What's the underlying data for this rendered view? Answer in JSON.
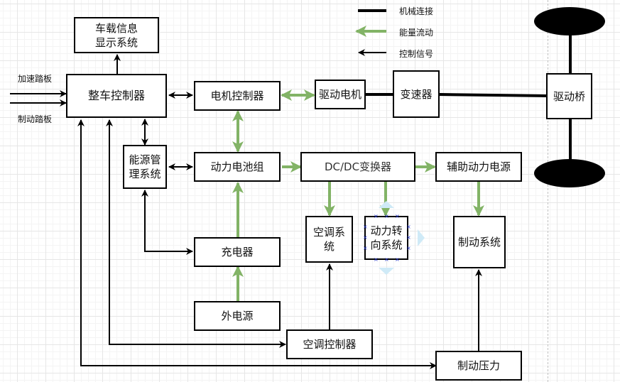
{
  "legend": {
    "mechanical": "机械连接",
    "energy": "能量流动",
    "control": "控制信号"
  },
  "colors": {
    "energy_flow": "#82b366",
    "control_line": "#000000",
    "selection": "#2233cc",
    "hint_arrow": "#cfeaf7"
  },
  "inputs": {
    "accelerator": "加速踏板",
    "brake": "制动踏板"
  },
  "blocks": {
    "display": [
      "车载信息",
      "显示系统"
    ],
    "vcu": "整车控制器",
    "motor_controller": "电机控制器",
    "drive_motor": "驱动电机",
    "transmission": "变速器",
    "drive_axle": "驱动桥",
    "bms": [
      "能源管",
      "理系统"
    ],
    "battery_pack": "动力电池组",
    "dcdc": "DC/DC变换器",
    "aux_power": "辅助动力电源",
    "ac_system": [
      "空调系",
      "统"
    ],
    "power_steering": [
      "动力转",
      "向系统"
    ],
    "brake_system": "制动系统",
    "charger": "充电器",
    "external_power": "外电源",
    "ac_controller": "空调控制器",
    "brake_pressure": "制动压力"
  }
}
